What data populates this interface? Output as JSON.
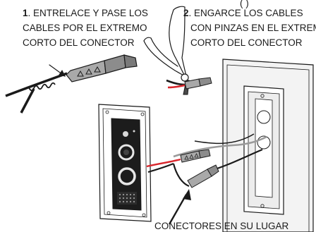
{
  "step1": {
    "number": "1",
    "line1": ". ENTRELACE Y PASE LOS",
    "line2": "CABLES POR EL EXTREMO",
    "line3": "CORTO DEL CONECTOR"
  },
  "step2": {
    "number": "2",
    "line1": ". ENGARCE LOS CABLES",
    "line2": "CON PINZAS EN EL EXTREMO",
    "line3": "CORTO DEL CONECTOR"
  },
  "partial_top_text": "(                    )",
  "bottom_label": "CONECTORES EN SU LUGAR",
  "colors": {
    "ink": "#1a1a1a",
    "red_wire": "#d9262c",
    "gray_wire": "#9a9a9a",
    "connector_gray": "#8c8c8c",
    "device_black": "#1c1c1c",
    "wall_light": "#f3f3f3"
  }
}
